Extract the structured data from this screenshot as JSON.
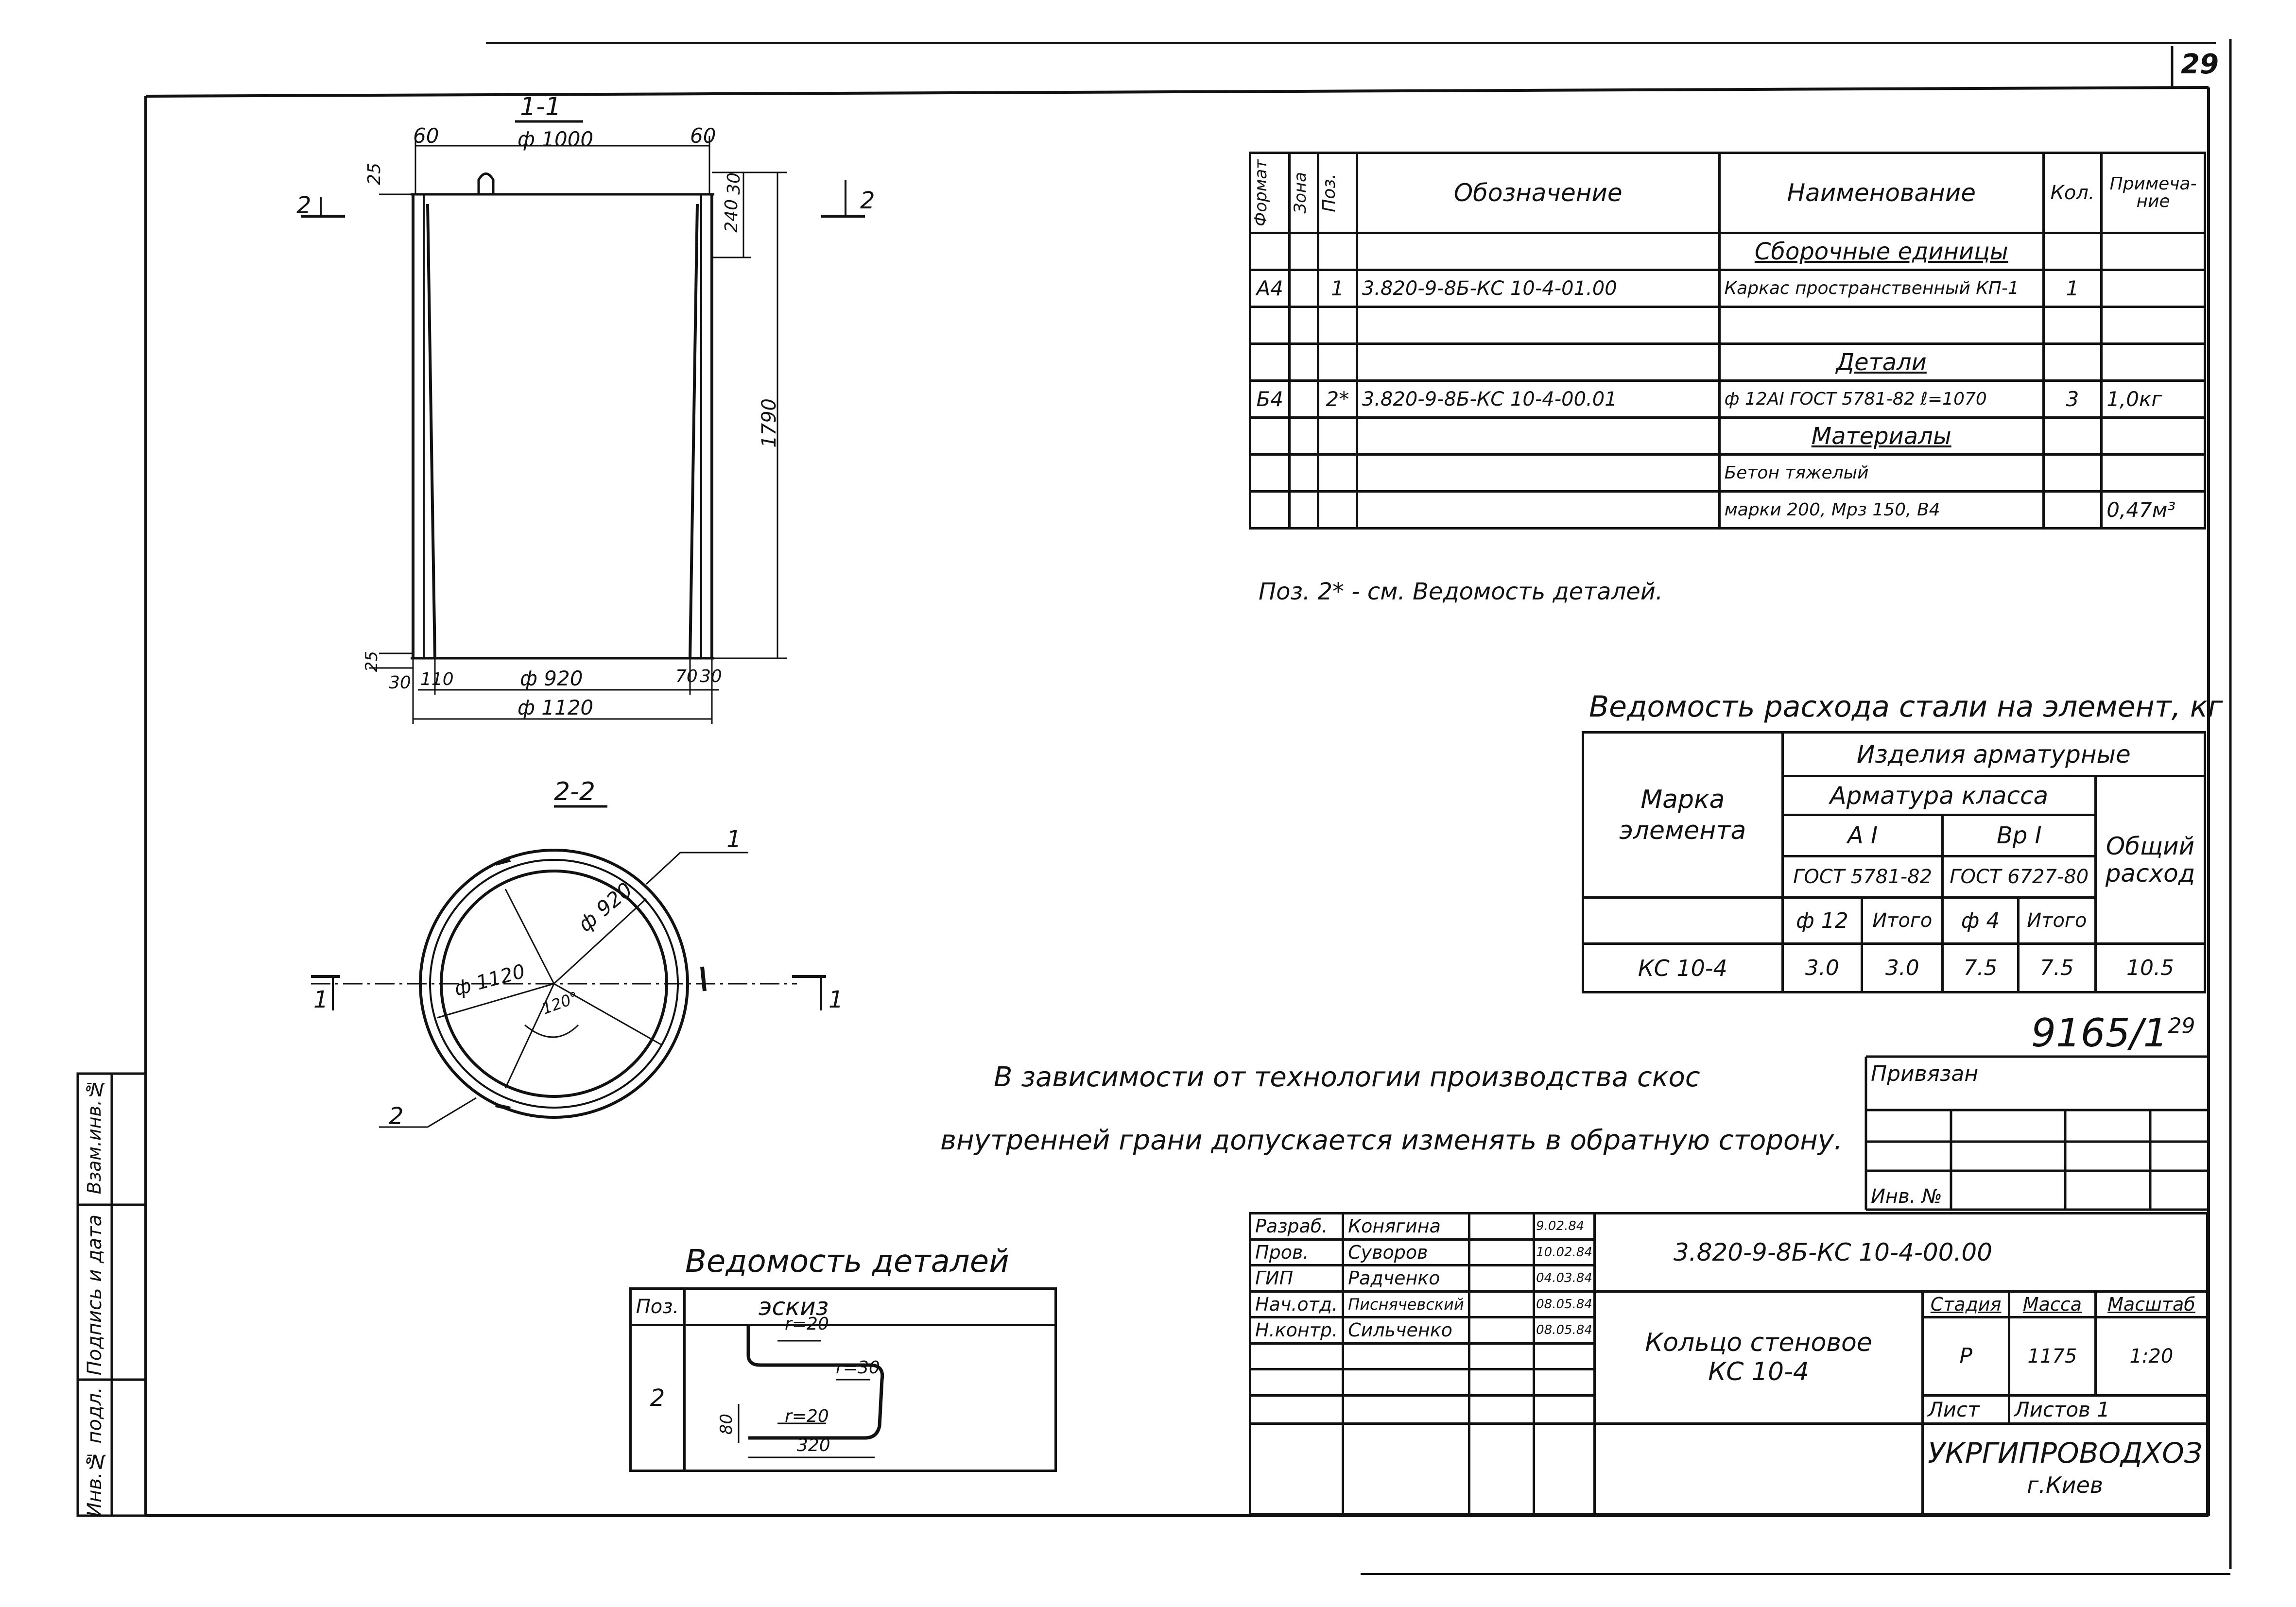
{
  "sheet_number": "29",
  "section_1_1": {
    "title": "1-1",
    "dim_top_left": "60",
    "dim_top_mid": "ф 1000",
    "dim_top_right": "60",
    "dim_side_25": "25",
    "dim_30": "30",
    "dim_240": "240",
    "dim_height": "1790",
    "dim_bottom_25": "25",
    "dim_bottom_30a": "30",
    "dim_bottom_110": "110",
    "dim_bottom_920": "ф 920",
    "dim_bottom_70": "70",
    "dim_bottom_30b": "30",
    "dim_bottom_1120": "ф 1120",
    "cut_label_left": "2",
    "cut_label_right": "2"
  },
  "section_2_2": {
    "title": "2-2",
    "leader_1": "1",
    "leader_2": "2",
    "dim_920": "ф 920",
    "dim_1120": "ф 1120",
    "dim_angle": "120°",
    "cut_label_left": "1",
    "cut_label_right": "1"
  },
  "spec_table": {
    "headers": [
      "Формат",
      "Зона",
      "Поз.",
      "Обозначение",
      "Наименование",
      "Кол.",
      "Примеча-ние"
    ],
    "rows": [
      {
        "format": "",
        "zone": "",
        "pos": "",
        "designation": "",
        "name": "Сборочные единицы",
        "qty": "",
        "note": "",
        "underline": true
      },
      {
        "format": "А4",
        "zone": "",
        "pos": "1",
        "designation": "3.820-9-8Б-КС 10-4-01.00",
        "name": "Каркас пространственный КП-1",
        "qty": "1",
        "note": "",
        "underline": false
      },
      {
        "format": "",
        "zone": "",
        "pos": "",
        "designation": "",
        "name": "",
        "qty": "",
        "note": "",
        "underline": false
      },
      {
        "format": "",
        "zone": "",
        "pos": "",
        "designation": "",
        "name": "Детали",
        "qty": "",
        "note": "",
        "underline": true
      },
      {
        "format": "Б4",
        "zone": "",
        "pos": "2*",
        "designation": "3.820-9-8Б-КС 10-4-00.01",
        "name": "ф 12АI ГОСТ 5781-82  ℓ=1070",
        "qty": "3",
        "note": "1,0кг",
        "underline": false
      },
      {
        "format": "",
        "zone": "",
        "pos": "",
        "designation": "",
        "name": "Материалы",
        "qty": "",
        "note": "",
        "underline": true
      },
      {
        "format": "",
        "zone": "",
        "pos": "",
        "designation": "",
        "name": "Бетон  тяжелый",
        "qty": "",
        "note": "",
        "underline": false
      },
      {
        "format": "",
        "zone": "",
        "pos": "",
        "designation": "",
        "name": "марки 200, Мрз 150, В4",
        "qty": "",
        "note": "0,47м³",
        "underline": false
      }
    ],
    "footnote": "Поз. 2* - см. Ведомость деталей."
  },
  "steel_table": {
    "title": "Ведомость расхода стали на элемент, кг",
    "col_mark": "Марка элемента",
    "col_products": "Изделия арматурные",
    "col_class": "Арматура класса",
    "col_ai": "А I",
    "col_vpi": "Вр I",
    "col_gost1": "ГОСТ 5781-82",
    "col_gost2": "ГОСТ 6727-80",
    "col_total": "Общий расход",
    "sub_headers": [
      "ф 12",
      "Итого",
      "ф 4",
      "Итого"
    ],
    "row": {
      "mark": "КС 10-4",
      "values": [
        "3.0",
        "3.0",
        "7.5",
        "7.5",
        "10.5"
      ]
    }
  },
  "doc_number": "9165/1",
  "doc_number_sup": "29",
  "note_line1": "В зависимости от технологии производства скос",
  "note_line2": "внутренней грани допускается изменять в обратную сторону.",
  "binding": {
    "label": "Привязан",
    "inv_label": "Инв. №"
  },
  "details_table": {
    "title": "Ведомость деталей",
    "col_pos": "Поз.",
    "col_sketch": "эскиз",
    "row_pos": "2",
    "dim_r20a": "r=20",
    "dim_r30": "r=30",
    "dim_r20b": "r=20",
    "dim_80": "80",
    "dim_320": "320"
  },
  "title_block": {
    "roles": [
      {
        "role": "Разраб.",
        "name": "Конягина",
        "date": "9.02.84"
      },
      {
        "role": "Пров.",
        "name": "Суворов",
        "date": "10.02.84"
      },
      {
        "role": "ГИП",
        "name": "Радченко",
        "date": "04.03.84"
      },
      {
        "role": "Нач.отд.",
        "name": "Писнячевский",
        "date": "08.05.84"
      },
      {
        "role": "Н.контр.",
        "name": "Сильченко",
        "date": "08.05.84"
      }
    ],
    "code": "3.820-9-8Б-КС 10-4-00.00",
    "product_line1": "Кольцо стеновое",
    "product_line2": "КС 10-4",
    "stage_label": "Стадия",
    "mass_label": "Масса",
    "scale_label": "Масштаб",
    "stage": "Р",
    "mass": "1175",
    "scale": "1:20",
    "sheet_label": "Лист",
    "sheets_label": "Листов 1",
    "org_line1": "УКРГИПРОВОДХОЗ",
    "org_line2": "г.Киев"
  },
  "side_stamp": {
    "inv_orig": "Инв.№ подл.",
    "sign_date": "Подпись и дата",
    "replace_inv": "Взам.инв.№"
  }
}
